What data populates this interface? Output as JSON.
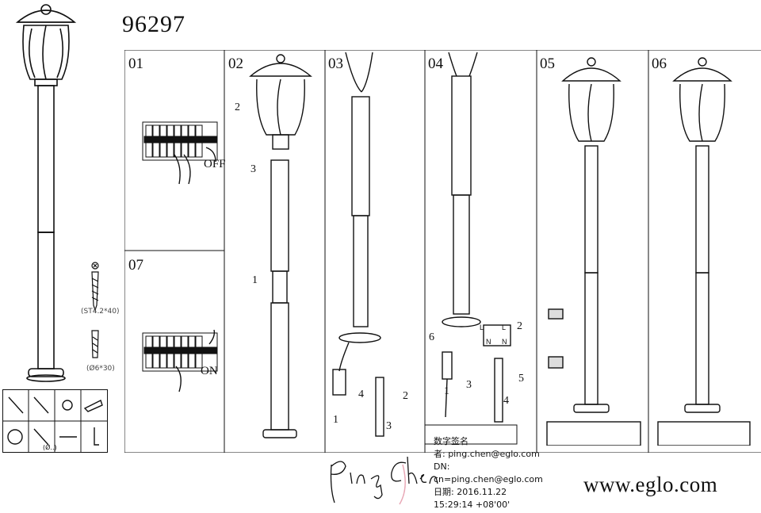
{
  "document": {
    "model_number": "96297",
    "website": "www.eglo.com"
  },
  "steps": [
    {
      "label": "01",
      "switch_label": "OFF"
    },
    {
      "label": "02",
      "callouts": [
        "2",
        "3",
        "1"
      ]
    },
    {
      "label": "03",
      "callouts": [
        "4",
        "2",
        "1",
        "3"
      ]
    },
    {
      "label": "04",
      "callouts": [
        "2",
        "6",
        "5",
        "3",
        "1",
        "4"
      ],
      "terminal_labels": [
        "L",
        "L",
        "N",
        "N"
      ]
    },
    {
      "label": "05"
    },
    {
      "label": "06"
    },
    {
      "label": "07",
      "switch_label": "ON"
    }
  ],
  "parts": {
    "screw_size": "(ST4.2*40)",
    "dowel_size": "(Ø6*30)",
    "drill_bit_note": "(Ø..)"
  },
  "digital_signature": {
    "heading": "数字签名",
    "signer_line": "者: ping.chen@eglo.com",
    "dn_line": "DN: cn=ping.chen@eglo.com",
    "date_line": "日期: 2016.11.22 15:29:14 +08'00'"
  },
  "colors": {
    "ink": "#111111",
    "signature_mark": "#e8a7b5"
  }
}
